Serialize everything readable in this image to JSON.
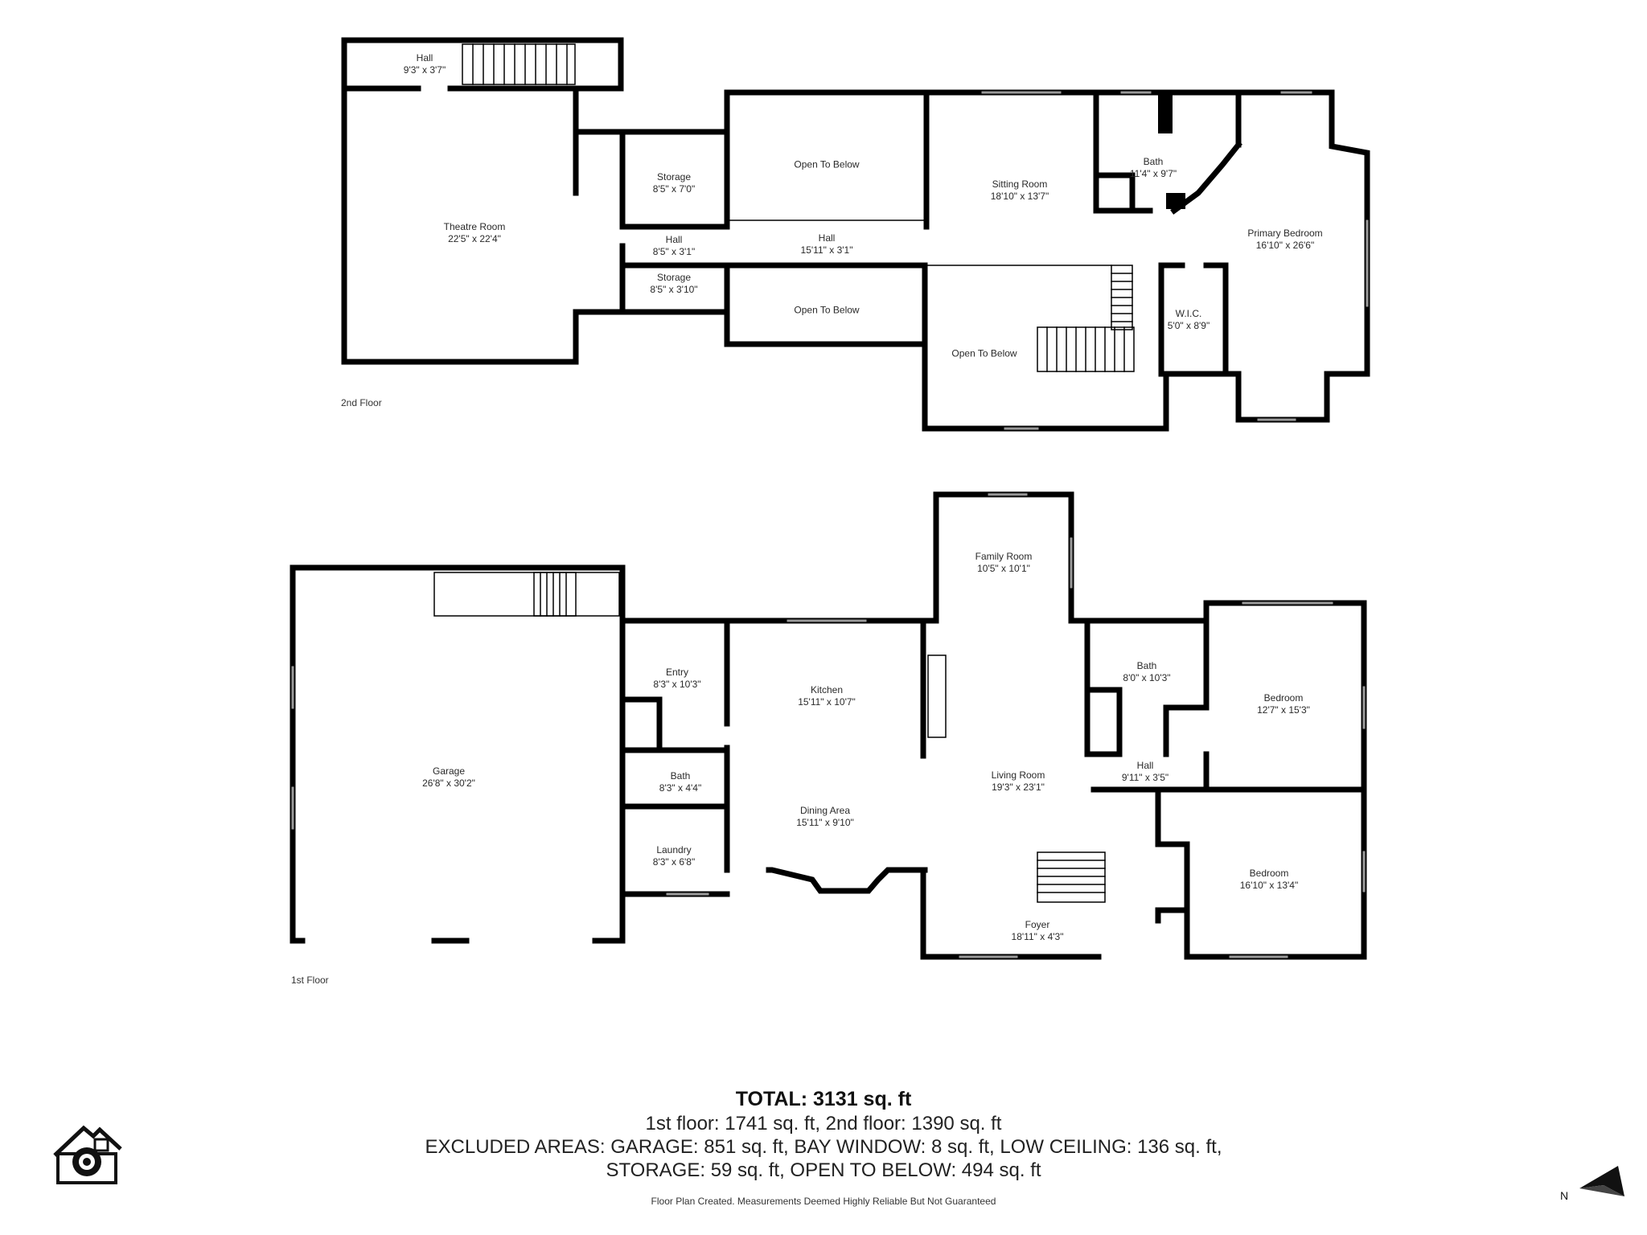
{
  "floors": {
    "second": {
      "label": "2nd Floor",
      "rooms": [
        {
          "id": "hall-top",
          "name": "Hall",
          "dim": "9'3\" x 3'7\""
        },
        {
          "id": "theatre",
          "name": "Theatre Room",
          "dim": "22'5\" x 22'4\""
        },
        {
          "id": "storage-1",
          "name": "Storage",
          "dim": "8'5\" x 7'0\""
        },
        {
          "id": "hall-small",
          "name": "Hall",
          "dim": "8'5\" x 3'1\""
        },
        {
          "id": "storage-2",
          "name": "Storage",
          "dim": "8'5\" x 3'10\""
        },
        {
          "id": "open-1",
          "name": "Open To Below",
          "dim": ""
        },
        {
          "id": "hall-long",
          "name": "Hall",
          "dim": "15'11\" x 3'1\""
        },
        {
          "id": "open-2",
          "name": "Open To Below",
          "dim": ""
        },
        {
          "id": "sitting",
          "name": "Sitting Room",
          "dim": "18'10\" x 13'7\""
        },
        {
          "id": "open-3",
          "name": "Open To Below",
          "dim": ""
        },
        {
          "id": "bath-up",
          "name": "Bath",
          "dim": "11'4\" x 9'7\""
        },
        {
          "id": "primary",
          "name": "Primary Bedroom",
          "dim": "16'10\" x 26'6\""
        },
        {
          "id": "wic",
          "name": "W.I.C.",
          "dim": "5'0\" x 8'9\""
        }
      ]
    },
    "first": {
      "label": "1st Floor",
      "rooms": [
        {
          "id": "garage",
          "name": "Garage",
          "dim": "26'8\" x 30'2\""
        },
        {
          "id": "entry",
          "name": "Entry",
          "dim": "8'3\" x 10'3\""
        },
        {
          "id": "bath-small",
          "name": "Bath",
          "dim": "8'3\" x 4'4\""
        },
        {
          "id": "laundry",
          "name": "Laundry",
          "dim": "8'3\" x 6'8\""
        },
        {
          "id": "kitchen",
          "name": "Kitchen",
          "dim": "15'11\" x 10'7\""
        },
        {
          "id": "dining",
          "name": "Dining Area",
          "dim": "15'11\" x 9'10\""
        },
        {
          "id": "family",
          "name": "Family Room",
          "dim": "10'5\" x 10'1\""
        },
        {
          "id": "living",
          "name": "Living Room",
          "dim": "19'3\" x 23'1\""
        },
        {
          "id": "foyer",
          "name": "Foyer",
          "dim": "18'11\" x 4'3\""
        },
        {
          "id": "bath-down",
          "name": "Bath",
          "dim": "8'0\" x 10'3\""
        },
        {
          "id": "hall-down",
          "name": "Hall",
          "dim": "9'11\" x 3'5\""
        },
        {
          "id": "bedroom-1",
          "name": "Bedroom",
          "dim": "12'7\" x 15'3\""
        },
        {
          "id": "bedroom-2",
          "name": "Bedroom",
          "dim": "16'10\" x 13'4\""
        }
      ]
    }
  },
  "summary": {
    "total": "TOTAL: 3131 sq. ft",
    "line1": "1st floor: 1741 sq. ft, 2nd floor: 1390 sq. ft",
    "line2": "EXCLUDED AREAS: GARAGE: 851 sq. ft, BAY WINDOW: 8 sq. ft, LOW CEILING: 136 sq. ft,",
    "line3": "STORAGE: 59 sq. ft, OPEN TO BELOW: 494 sq. ft"
  },
  "disclaimer": "Floor Plan Created. Measurements Deemed Highly Reliable But Not Guaranteed",
  "compass_letter": "N",
  "icons": {
    "logo": "house-camera-logo",
    "compass": "north-arrow-icon"
  },
  "colors": {
    "wall": "#000000",
    "window": "#9a9a9a",
    "text": "#222222"
  }
}
